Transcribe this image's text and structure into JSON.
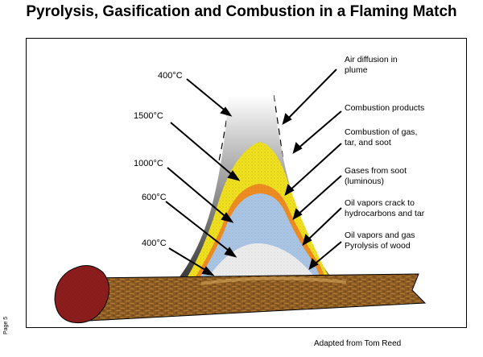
{
  "title": "Pyrolysis, Gasification and Combustion in a Flaming Match",
  "labels": {
    "air_diffusion_1": "Air diffusion in",
    "air_diffusion_2": "plume",
    "combustion_products": "Combustion products",
    "combustion_gas_1": "Combustion  of gas,",
    "combustion_gas_2": "tar, and soot",
    "gases_soot_1": "Gases from soot",
    "gases_soot_2": "(luminous)",
    "oil_crack_1": "Oil vapors crack to",
    "oil_crack_2": "hydrocarbons and tar",
    "oil_gas_1": "Oil vapors  and gas",
    "oil_gas_2": "Pyrolysis of wood"
  },
  "temperatures": {
    "t400_top": "400°C",
    "t1500": "1500°C",
    "t1000": "1000°C",
    "t600": "600°C",
    "t400_bottom": "400°C"
  },
  "credit": "Adapted from Tom Reed",
  "page_label": "Page 5",
  "colors": {
    "plume_dark": "#3a3a3a",
    "combustion_yellow": "#f2e21c",
    "luminous_orange": "#f08c1e",
    "pyrolysis_blue": "#a9c6e6",
    "wood_gray": "#e8e8e8",
    "match_stick": "#8a5a22",
    "match_head": "#8b1a1a"
  }
}
